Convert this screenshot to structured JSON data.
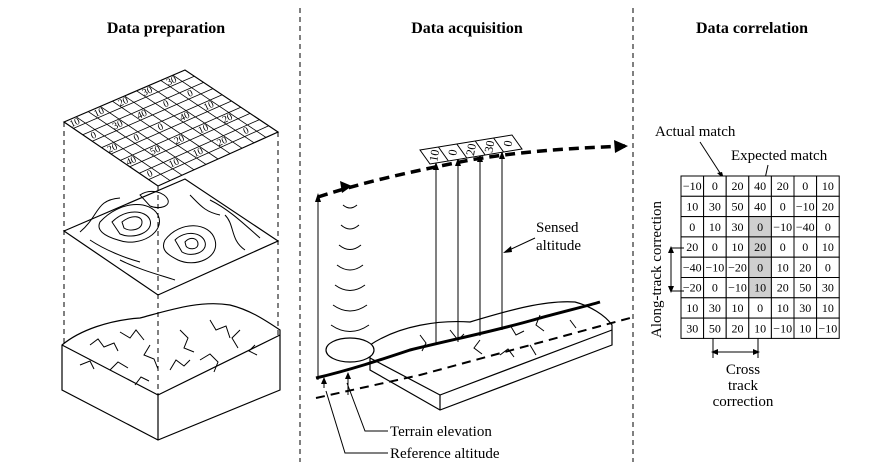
{
  "panels": {
    "preparation": {
      "title": "Data preparation"
    },
    "acquisition": {
      "title": "Data acquisition",
      "sensed_altitude": [
        "Sensed",
        "altitude"
      ],
      "terrain_elevation": "Terrain elevation",
      "reference_altitude": "Reference altitude",
      "strip_values": [
        "10",
        "0",
        "20",
        "30",
        "0"
      ]
    },
    "correlation": {
      "title": "Data correlation",
      "actual_match": "Actual match",
      "expected_match": "Expected match",
      "along_track": "Along-track correction",
      "cross_track": [
        "Cross",
        "track",
        "correction"
      ],
      "grid": [
        [
          "−10",
          "0",
          "20",
          "40",
          "20",
          "0",
          "10"
        ],
        [
          "10",
          "30",
          "50",
          "40",
          "0",
          "−10",
          "20"
        ],
        [
          "0",
          "10",
          "30",
          "0",
          "−10",
          "−40",
          "0"
        ],
        [
          "20",
          "0",
          "10",
          "20",
          "0",
          "0",
          "10"
        ],
        [
          "−40",
          "−10",
          "−20",
          "0",
          "10",
          "20",
          "0"
        ],
        [
          "−20",
          "0",
          "−10",
          "10",
          "20",
          "50",
          "30"
        ],
        [
          "10",
          "30",
          "10",
          "0",
          "10",
          "30",
          "10"
        ],
        [
          "30",
          "50",
          "20",
          "10",
          "−10",
          "10",
          "−10"
        ]
      ],
      "highlight_column": 3,
      "highlight_rows": [
        2,
        3,
        4,
        5
      ]
    },
    "grid_top_values": [
      "10",
      "0",
      "20",
      "40",
      "0",
      "10",
      "30",
      "0",
      "50",
      "10",
      "20",
      "40",
      "0",
      "20",
      "10",
      "30",
      "0",
      "40",
      "10",
      "20",
      "30",
      "0",
      "10",
      "20",
      "0",
      "10",
      "40",
      "30",
      "0",
      "20"
    ]
  }
}
